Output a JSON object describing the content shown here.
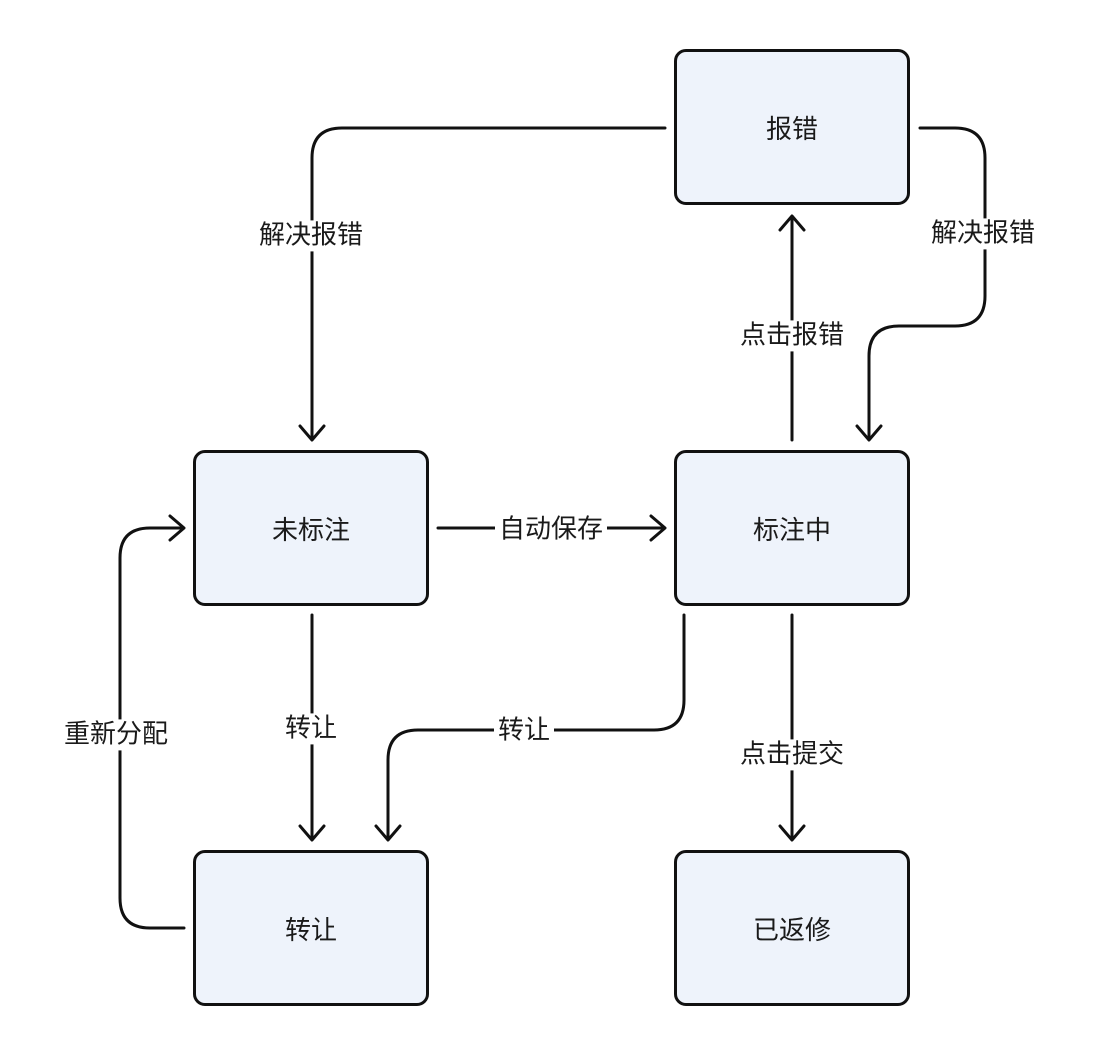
{
  "nodes": {
    "report": "报错",
    "unlabeled": "未标注",
    "labeling": "标注中",
    "transfer": "转让",
    "returned": "已返修"
  },
  "edges": {
    "resolve_left": "解决报错",
    "resolve_right": "解决报错",
    "click_report": "点击报错",
    "autosave": "自动保存",
    "transfer_1": "转让",
    "transfer_2": "转让",
    "click_submit": "点击提交",
    "reassign": "重新分配"
  },
  "colors": {
    "node_fill": "#eef3fb",
    "stroke": "#111111"
  }
}
